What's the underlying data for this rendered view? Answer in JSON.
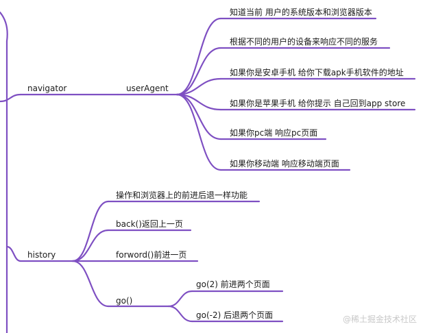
{
  "colors": {
    "branch": "#7e4fc2",
    "text": "#1a1a1a",
    "watermark": "#c8c8c8"
  },
  "nodes": {
    "navigator": "navigator",
    "user_agent": "userAgent",
    "ua_children": [
      "知道当前 用户的系统版本和浏览器版本",
      "根据不同的用户的设备来响应不同的服务",
      "如果你是安卓手机 给你下载apk手机软件的地址",
      "如果你是苹果手机 给你提示 自己回到app store",
      "如果你pc端 响应pc页面",
      "如果你移动端 响应移动端页面"
    ],
    "history": "history",
    "history_children": [
      "操作和浏览器上的前进后退一样功能",
      "back()返回上一页",
      "forword()前进一页",
      "go()"
    ],
    "go_children": [
      "go(2) 前进两个页面",
      "go(-2) 后退两个页面"
    ]
  },
  "watermark": "@稀土掘金技术社区"
}
